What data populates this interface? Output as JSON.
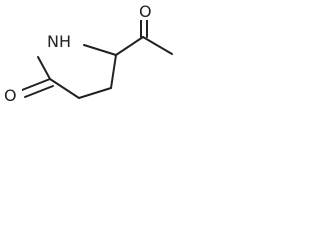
{
  "molecule": {
    "atoms": {
      "ring_nitrogen": "NH",
      "ring_carbonyl_oxygen": "O",
      "acetyl_oxygen": "O"
    }
  },
  "colors": {
    "bond": "#222222",
    "background": "#ffffff"
  }
}
